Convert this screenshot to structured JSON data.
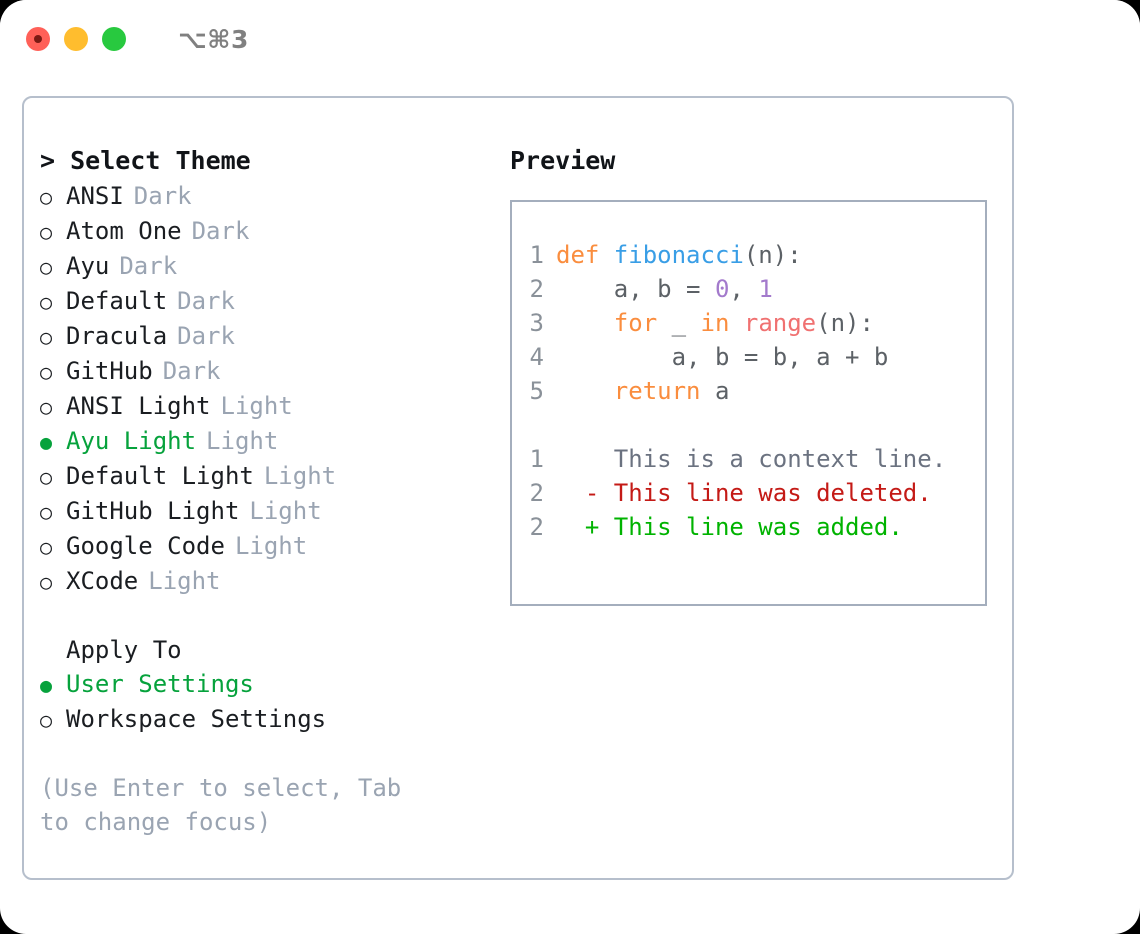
{
  "titlebar": {
    "lights": [
      "close-red",
      "minimize-yellow",
      "zoom-green"
    ],
    "shortcut": "⌥⌘3"
  },
  "theme_picker": {
    "heading": "> Select Theme",
    "marker_selected": "●",
    "marker_unselected": "○",
    "selected_color": "#06a23c",
    "items": [
      {
        "label": "ANSI",
        "tag": "Dark",
        "selected": false
      },
      {
        "label": "Atom One",
        "tag": "Dark",
        "selected": false
      },
      {
        "label": "Ayu",
        "tag": "Dark",
        "selected": false
      },
      {
        "label": "Default",
        "tag": "Dark",
        "selected": false
      },
      {
        "label": "Dracula",
        "tag": "Dark",
        "selected": false
      },
      {
        "label": "GitHub",
        "tag": "Dark",
        "selected": false
      },
      {
        "label": "ANSI Light",
        "tag": "Light",
        "selected": false
      },
      {
        "label": "Ayu Light",
        "tag": "Light",
        "selected": true
      },
      {
        "label": "Default Light",
        "tag": "Light",
        "selected": false
      },
      {
        "label": "GitHub Light",
        "tag": "Light",
        "selected": false
      },
      {
        "label": "Google Code",
        "tag": "Light",
        "selected": false
      },
      {
        "label": "XCode",
        "tag": "Light",
        "selected": false
      }
    ]
  },
  "apply_to": {
    "heading": "Apply To",
    "items": [
      {
        "label": "User Settings",
        "selected": true
      },
      {
        "label": "Workspace Settings",
        "selected": false
      }
    ]
  },
  "hint": "(Use Enter to select, Tab to change focus)",
  "preview": {
    "heading": "Preview",
    "code": [
      {
        "lineno": "1",
        "tokens": [
          {
            "t": "def ",
            "c": "tok-kw"
          },
          {
            "t": "fibonacci",
            "c": "tok-fn"
          },
          {
            "t": "(n):",
            "c": "tok-pln"
          }
        ]
      },
      {
        "lineno": "2",
        "tokens": [
          {
            "t": "    a, b = ",
            "c": "tok-pln"
          },
          {
            "t": "0",
            "c": "tok-num"
          },
          {
            "t": ", ",
            "c": "tok-pln"
          },
          {
            "t": "1",
            "c": "tok-num"
          }
        ]
      },
      {
        "lineno": "3",
        "tokens": [
          {
            "t": "    ",
            "c": "tok-pln"
          },
          {
            "t": "for",
            "c": "tok-kw"
          },
          {
            "t": " _ ",
            "c": "tok-pln"
          },
          {
            "t": "in",
            "c": "tok-kw"
          },
          {
            "t": " ",
            "c": "tok-pln"
          },
          {
            "t": "range",
            "c": "tok-call"
          },
          {
            "t": "(n):",
            "c": "tok-pln"
          }
        ]
      },
      {
        "lineno": "4",
        "tokens": [
          {
            "t": "        a, b = b, a + b",
            "c": "tok-pln"
          }
        ]
      },
      {
        "lineno": "5",
        "tokens": [
          {
            "t": "    ",
            "c": "tok-pln"
          },
          {
            "t": "return",
            "c": "tok-kw"
          },
          {
            "t": " a",
            "c": "tok-pln"
          }
        ]
      }
    ],
    "diff": [
      {
        "lineno": "1",
        "marker": " ",
        "text": " This is a context line.",
        "kind": "diff-ctx"
      },
      {
        "lineno": "2",
        "marker": "-",
        "text": " This line was deleted.",
        "kind": "diff-del"
      },
      {
        "lineno": "2",
        "marker": "+",
        "text": " This line was added.",
        "kind": "diff-add"
      }
    ]
  },
  "palette": {
    "keyword": "#fa8d3e",
    "function": "#399ee6",
    "call": "#f07171",
    "number": "#a37acc",
    "plain": "#5c6166",
    "lineno": "#8a9199",
    "diff_context": "#6b7280",
    "diff_deleted": "#c41a16",
    "diff_added": "#00b300",
    "border": "#b6bfcc",
    "muted_text": "#9aa4b2"
  }
}
